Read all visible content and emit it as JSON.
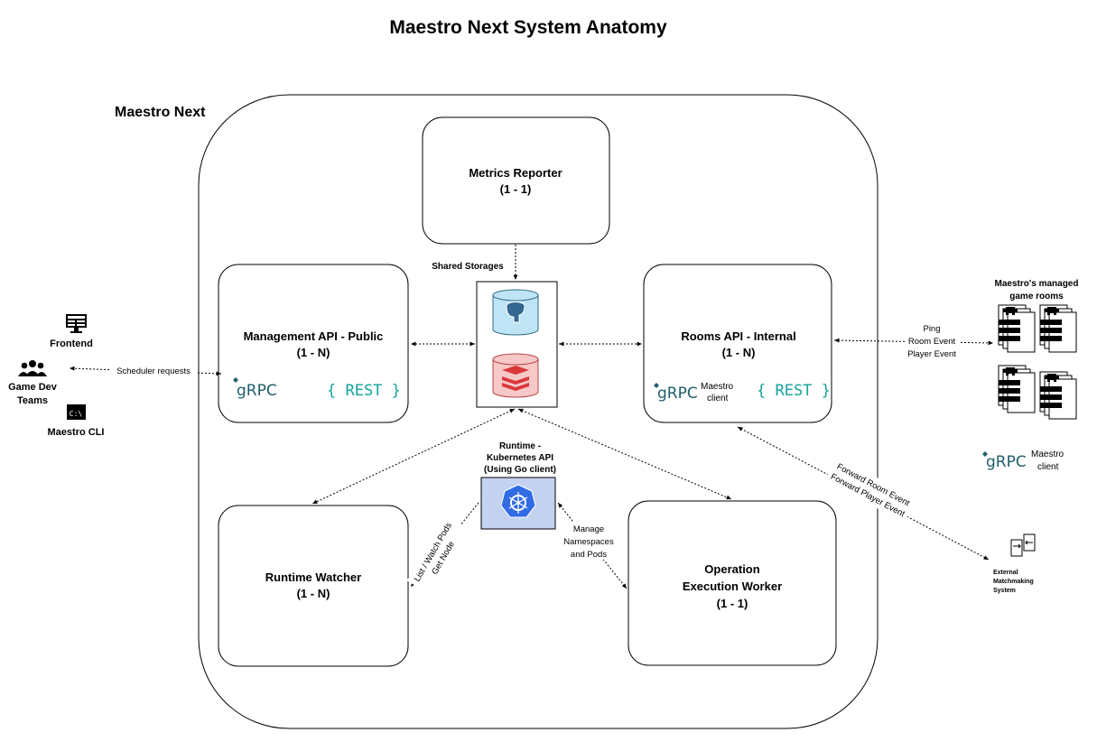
{
  "title": "Maestro Next System Anatomy",
  "container_label": "Maestro Next",
  "boxes": {
    "metrics": {
      "name": "Metrics Reporter",
      "cardinality": "(1 - 1)"
    },
    "management": {
      "name": "Management API - Public",
      "cardinality": "(1 - N)"
    },
    "rooms": {
      "name": "Rooms API - Internal",
      "cardinality": "(1 - N)"
    },
    "watcher": {
      "name": "Runtime Watcher",
      "cardinality": "(1 - N)"
    },
    "worker": {
      "name_line1": "Operation",
      "name_line2": "Execution Worker",
      "cardinality": "(1 - 1)"
    }
  },
  "storage_label": "Shared Storages",
  "runtime_label": [
    "Runtime -",
    "Kubernetes API",
    "(Using Go client)"
  ],
  "logos": {
    "grpc": "gRPC",
    "rest": "{ REST }",
    "maestro_client": [
      "Maestro",
      "client"
    ]
  },
  "external": {
    "frontend": "Frontend",
    "teams": [
      "Game Dev",
      "Teams"
    ],
    "cli": "Maestro CLI",
    "rooms_title": [
      "Maestro's managed",
      "game rooms"
    ],
    "matchmaking": [
      "External",
      "Matchmaking",
      "System"
    ]
  },
  "edge_labels": {
    "scheduler": "Scheduler requests",
    "room_events": [
      "Ping",
      "Room Event",
      "Player Event"
    ],
    "forward": [
      "Forward Room Event",
      "Forward Player Event"
    ],
    "list_watch": [
      "List / Watch Pods",
      "Get Node"
    ],
    "manage": [
      "Manage",
      "Namespaces",
      "and Pods"
    ]
  },
  "colors": {
    "postgres_fill": "#bfe4f5",
    "redis_fill": "#f7c8c8",
    "redis_mark": "#d9383b",
    "k8s_box": "#c4d2f2",
    "k8s_wheel": "#326ce5",
    "grpc": "#1f5e6b",
    "rest": "#14a39a"
  },
  "icons": [
    "monitor-icon",
    "people-icon",
    "terminal-icon",
    "postgresql-icon",
    "redis-icon",
    "kubernetes-icon",
    "game-server-icon",
    "matchmaking-icon"
  ]
}
